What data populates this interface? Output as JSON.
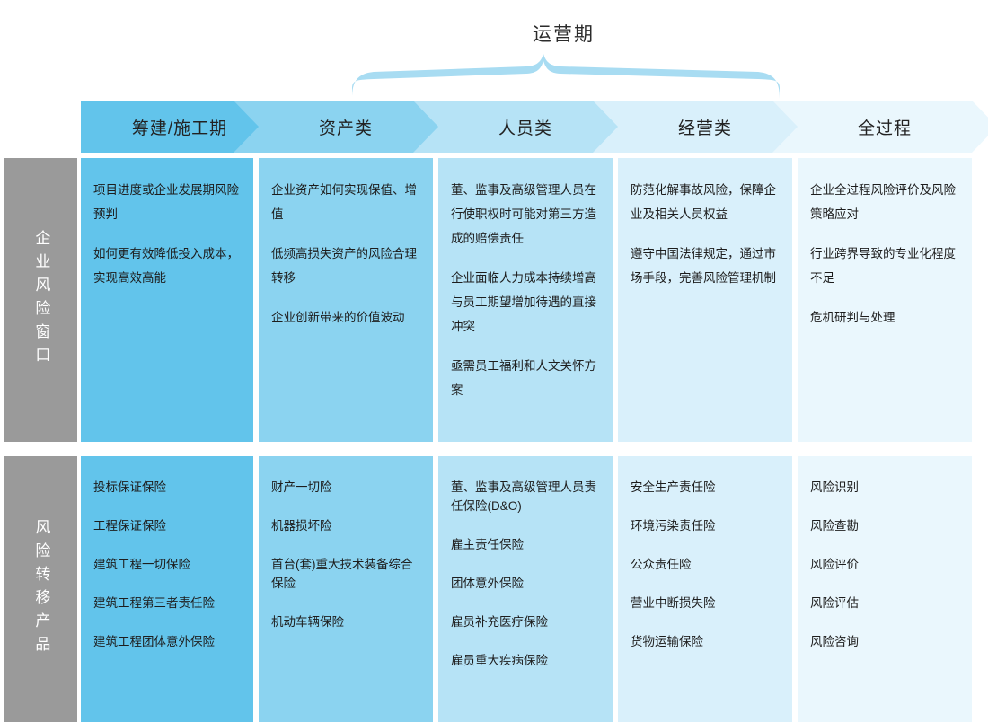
{
  "bracket": {
    "caption": "运营期",
    "color": "#a8dcf2"
  },
  "columns": [
    {
      "id": "col-construction",
      "label": "筹建/施工期",
      "color": "#62c4eb"
    },
    {
      "id": "col-asset",
      "label": "资产类",
      "color": "#8bd3f0"
    },
    {
      "id": "col-personnel",
      "label": "人员类",
      "color": "#b6e3f6"
    },
    {
      "id": "col-operation",
      "label": "经营类",
      "color": "#d9f0fb"
    },
    {
      "id": "col-whole",
      "label": "全过程",
      "color": "#eaf7fd"
    }
  ],
  "rows": [
    {
      "id": "row-risk-window",
      "label": "企业风险窗口",
      "label_bg": "#9a9a9a",
      "cells": [
        {
          "color": "#62c4eb",
          "items": [
            "项目进度或企业发展期风险预判",
            "如何更有效降低投入成本，实现高效高能"
          ]
        },
        {
          "color": "#8bd3f0",
          "items": [
            "企业资产如何实现保值、增值",
            "低频高损失资产的风险合理转移",
            "企业创新带来的价值波动"
          ]
        },
        {
          "color": "#b6e3f6",
          "items": [
            "董、监事及高级管理人员在行使职权时可能对第三方造成的赔偿责任",
            "企业面临人力成本持续增高与员工期望增加待遇的直接冲突",
            "亟需员工福利和人文关怀方案"
          ]
        },
        {
          "color": "#d9f0fb",
          "items": [
            "防范化解事故风险，保障企业及相关人员权益",
            "遵守中国法律规定，通过市场手段，完善风险管理机制"
          ]
        },
        {
          "color": "#eaf7fd",
          "items": [
            "企业全过程风险评价及风险策略应对",
            "行业跨界导致的专业化程度不足",
            "危机研判与处理"
          ]
        }
      ]
    },
    {
      "id": "row-transfer-products",
      "label": "风险转移产品",
      "label_bg": "#9a9a9a",
      "cells": [
        {
          "color": "#62c4eb",
          "items": [
            "投标保证保险",
            "工程保证保险",
            "建筑工程一切保险",
            "建筑工程第三者责任险",
            "建筑工程团体意外保险"
          ]
        },
        {
          "color": "#8bd3f0",
          "items": [
            "财产一切险",
            "机器损坏险",
            "首台(套)重大技术装备综合保险",
            "机动车辆保险"
          ]
        },
        {
          "color": "#b6e3f6",
          "items": [
            "董、监事及高级管理人员责任保险(D&O)",
            "雇主责任保险",
            "团体意外保险",
            "雇员补充医疗保险",
            "雇员重大疾病保险"
          ]
        },
        {
          "color": "#d9f0fb",
          "items": [
            "安全生产责任险",
            "环境污染责任险",
            "公众责任险",
            "营业中断损失险",
            "货物运输保险"
          ]
        },
        {
          "color": "#eaf7fd",
          "items": [
            "风险识别",
            "风险查勘",
            "风险评价",
            "风险评估",
            "风险咨询"
          ]
        }
      ]
    }
  ]
}
